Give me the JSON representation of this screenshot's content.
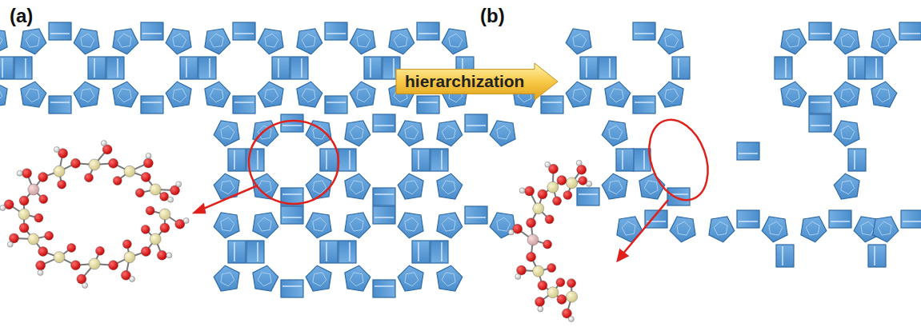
{
  "diagram": {
    "nodes": [
      {
        "text": [
          "hierarchization"
        ]
      }
    ],
    "labels": [
      "(a)",
      "(b)"
    ]
  }
}
